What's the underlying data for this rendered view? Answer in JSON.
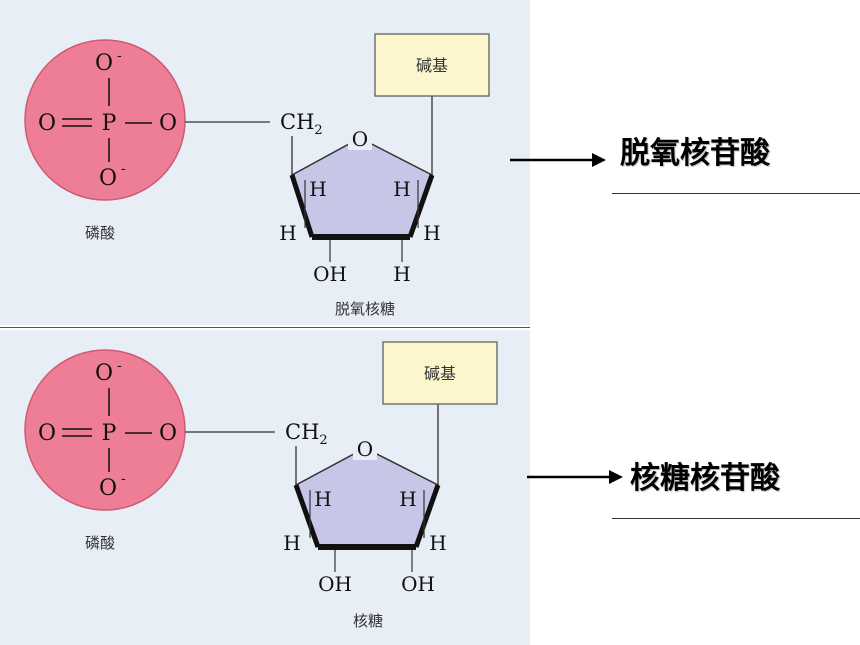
{
  "panels": [
    {
      "phosphate": {
        "o_top": "O",
        "o_left": "O",
        "p": "P",
        "o_right": "O",
        "o_bottom": "O",
        "caption": "磷酸"
      },
      "sugar": {
        "ch2": "CH",
        "ch2_sub": "2",
        "ring_o": "O",
        "h_ul": "H",
        "h_ur": "H",
        "h_left": "H",
        "h_right": "H",
        "c2_group": "OH",
        "c3_group": "H",
        "caption": "脱氧核糖"
      },
      "base_label": "碱基",
      "result": "脱氧核苷酸"
    },
    {
      "phosphate": {
        "o_top": "O",
        "o_left": "O",
        "p": "P",
        "o_right": "O",
        "o_bottom": "O",
        "caption": "磷酸"
      },
      "sugar": {
        "ch2": "CH",
        "ch2_sub": "2",
        "ring_o": "O",
        "h_ul": "H",
        "h_ur": "H",
        "h_left": "H",
        "h_right": "H",
        "c2_group": "OH",
        "c3_group": "OH",
        "caption": "核糖"
      },
      "base_label": "碱基",
      "result": "核糖核苷酸"
    }
  ],
  "colors": {
    "phosphate_fill": "#ee7e96",
    "sugar_fill": "#c8c6e6",
    "base_fill": "#fbf6cd",
    "panel_bg": "#e8eef6"
  }
}
